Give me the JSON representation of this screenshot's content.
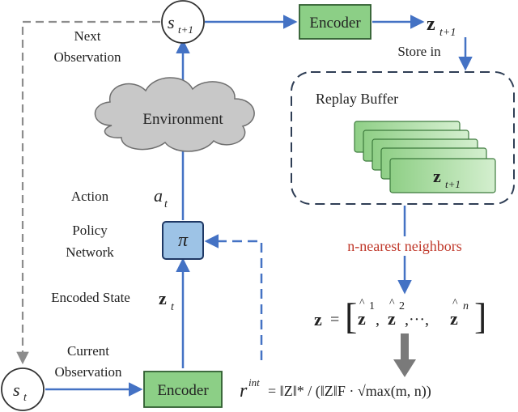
{
  "nodes": {
    "encoder_top": "Encoder",
    "encoder_bottom": "Encoder",
    "environment": "Environment",
    "replay_buffer": "Replay Buffer",
    "policy_symbol": "π"
  },
  "labels": {
    "next_observation_1": "Next",
    "next_observation_2": "Observation",
    "store_in": "Store in",
    "action": "Action",
    "policy_network_1": "Policy",
    "policy_network_2": "Network",
    "encoded_state": "Encoded State",
    "current_observation_1": "Current",
    "current_observation_2": "Observation",
    "nearest_neighbors": "n-nearest neighbors"
  },
  "math": {
    "s": "s",
    "sub_t1": "t+1",
    "sub_t": "t",
    "z": "z",
    "a": "a",
    "r": "r",
    "sup_int": "int",
    "hat": "^",
    "sup_1": "1",
    "sup_2": "2",
    "sup_n": "n",
    "dots": ",···,",
    "comma": ",",
    "equals": "=",
    "open_bracket": "[",
    "close_bracket": "]",
    "formula_rhs": "= ‖Z‖* / (‖Z‖F · √max(m, n))",
    "max_text": "max(m, n)"
  },
  "colors": {
    "encoder_fill": "#8ccf86",
    "encoder_stroke": "#2f5d2f",
    "policy_fill": "#9dc3e6",
    "policy_stroke": "#1f3864",
    "cloud_fill": "#c8c8c8",
    "arrow_blue": "#4472c4",
    "arrow_gray": "#8c8c8c",
    "buffer_card_fill": "#b7e1b0",
    "text_red": "#c0392b"
  }
}
